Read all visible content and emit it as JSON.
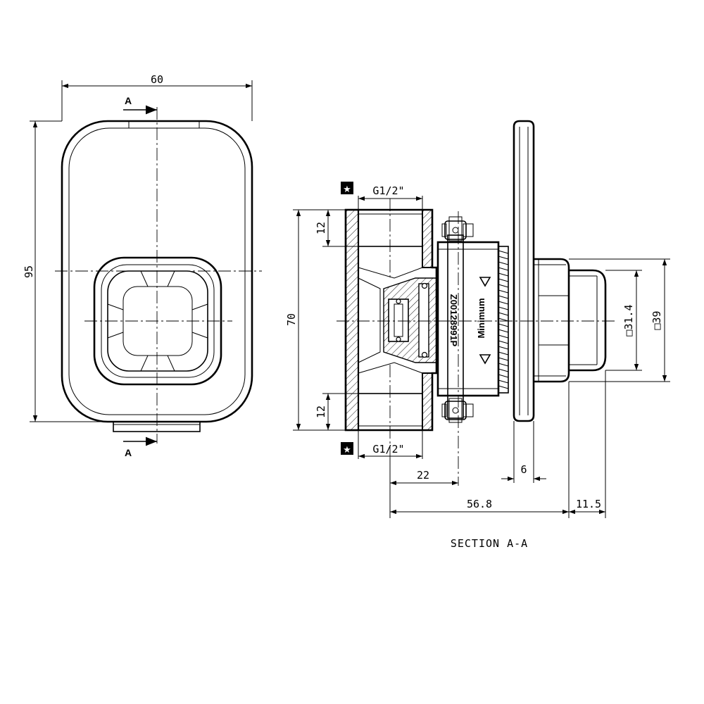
{
  "front_view": {
    "dimension_width": "60",
    "dimension_height": "95",
    "section_marker_top": "A",
    "section_marker_bottom": "A"
  },
  "section_view": {
    "thread_top": "G1/2\"",
    "thread_bottom": "G1/2\"",
    "dimension_12_top": "12",
    "dimension_12_bottom": "12",
    "dimension_70": "70",
    "dimension_22": "22",
    "dimension_6": "6",
    "dimension_56_8": "56.8",
    "dimension_11_5": "11.5",
    "dimension_square_31_4": "□31.4",
    "dimension_square_39": "□39",
    "part_number": "Z00128991P",
    "part_marking": "Minimum",
    "caption": "SECTION A-A"
  },
  "colors": {
    "line": "#000000",
    "background": "#ffffff"
  }
}
